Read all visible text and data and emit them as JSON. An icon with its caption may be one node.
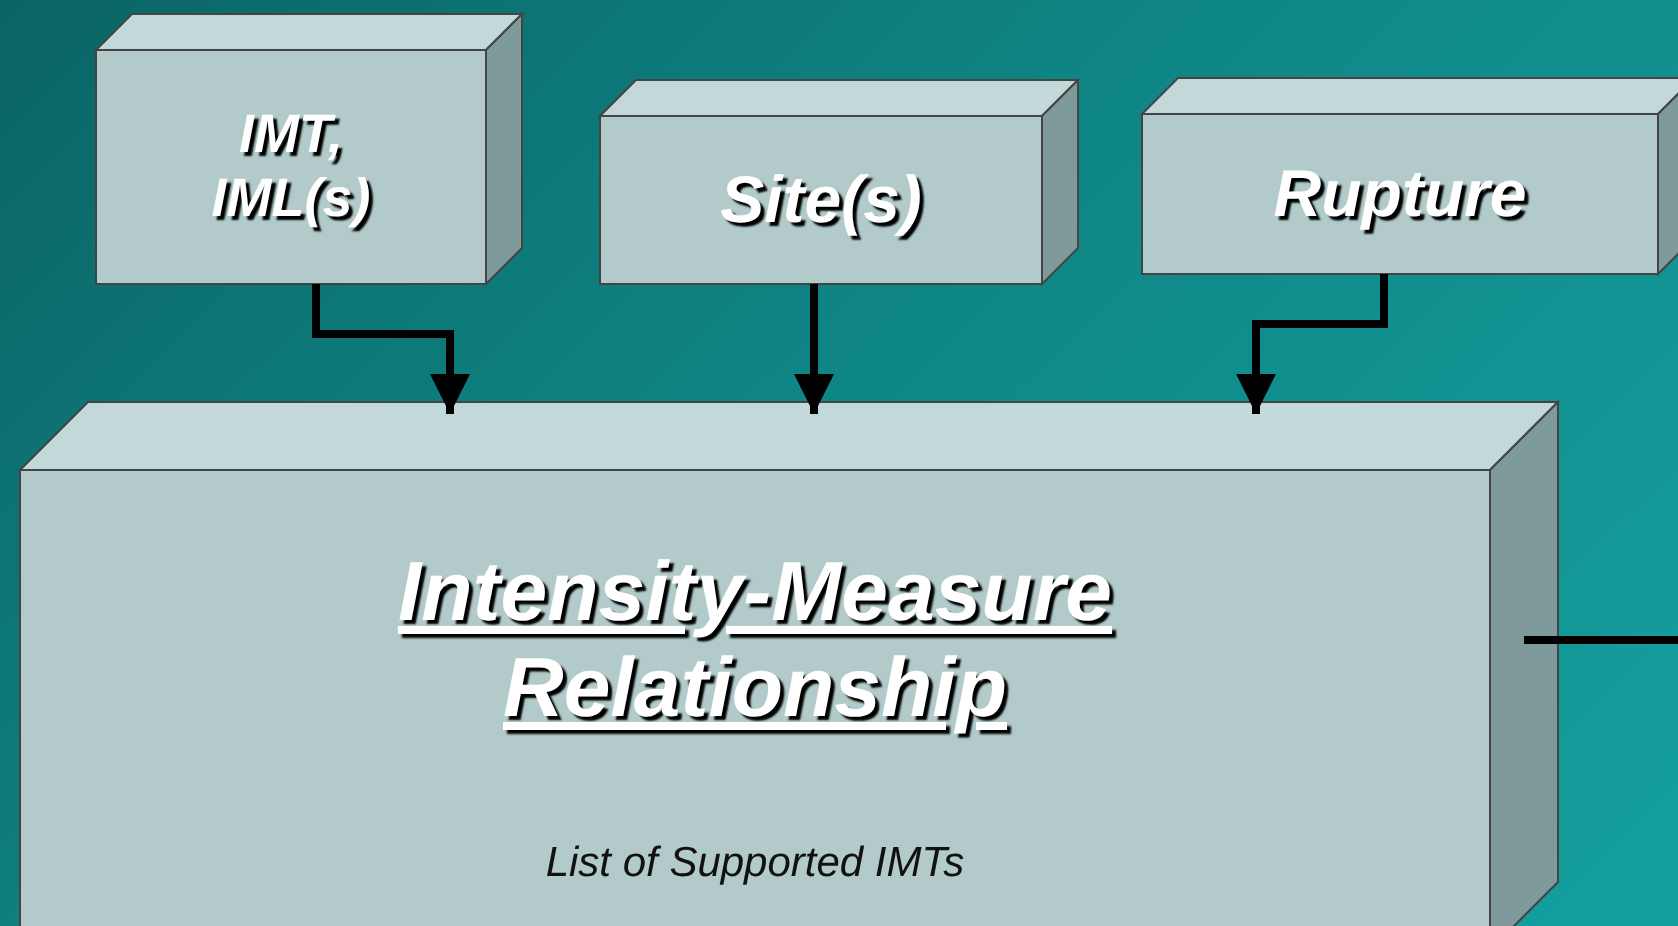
{
  "diagram": {
    "nodes": [
      {
        "text": [
          "IMT, IML(s)"
        ]
      },
      {
        "text": [
          "Site(s)"
        ]
      },
      {
        "text": [
          "Rupture"
        ]
      },
      {
        "text": [
          "Intensity-Measure Relationship",
          "List of Supported IMTs"
        ]
      }
    ],
    "edges": [
      {
        "from": 0,
        "to": 3,
        "arrow": "to"
      },
      {
        "from": 1,
        "to": 3,
        "arrow": "to"
      },
      {
        "from": 2,
        "to": 3,
        "arrow": "to"
      },
      {
        "from": 3,
        "to": null,
        "arrow": "none"
      }
    ]
  }
}
